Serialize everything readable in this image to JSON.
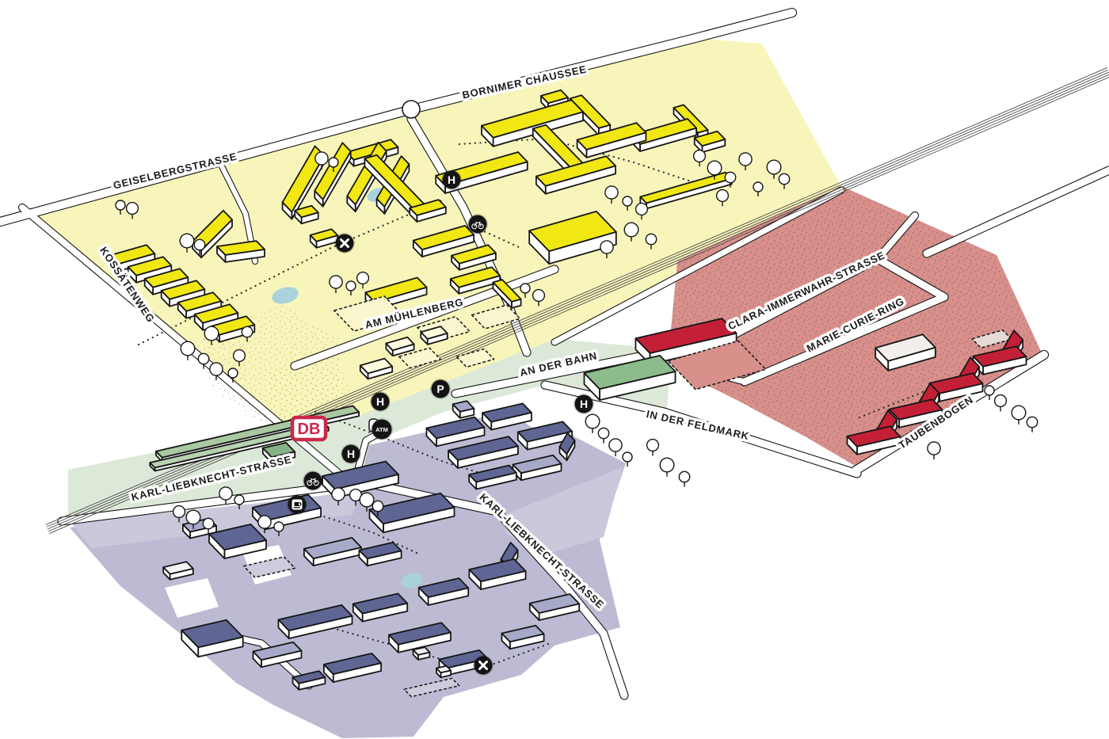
{
  "map_type": "campus-site-plan",
  "streets": [
    {
      "id": "geiselbergstrasse",
      "label": "GEISELBERGSTRASSE"
    },
    {
      "id": "bornimer_chaussee",
      "label": "BORNIMER CHAUSSEE"
    },
    {
      "id": "kossaetenweg",
      "label": "KOSSÄTENWEG"
    },
    {
      "id": "am_muehlenberg",
      "label": "AM MÜHLENBERG"
    },
    {
      "id": "an_der_bahn",
      "label": "AN DER BAHN"
    },
    {
      "id": "clara_immerwahr_strasse",
      "label": "CLARA-IMMERWAHR-STRASSE"
    },
    {
      "id": "marie_curie_ring",
      "label": "MARIE-CURIE-RING"
    },
    {
      "id": "in_der_feldmark",
      "label": "IN DER FELDMARK"
    },
    {
      "id": "taubenbogen",
      "label": "TAUBENBOGEN"
    },
    {
      "id": "karl_liebknecht_strasse_west",
      "label": "KARL-LIEBKNECHT-STRASSE"
    },
    {
      "id": "karl_liebknecht_strasse_south",
      "label": "KARL-LIEBKNECHT-STRASSE"
    }
  ],
  "markers": [
    {
      "id": "h_bornimer",
      "name": "bus-stop",
      "glyph": "H"
    },
    {
      "id": "bike_muehlenberg",
      "name": "bike-parking"
    },
    {
      "id": "x_north",
      "name": "crossing-marker",
      "glyph": "✕"
    },
    {
      "id": "p_station",
      "name": "parking",
      "glyph": "P"
    },
    {
      "id": "h_station_north",
      "name": "bus-stop",
      "glyph": "H"
    },
    {
      "id": "atm_station",
      "name": "cash-machine",
      "glyph": "ATM"
    },
    {
      "id": "h_station_south",
      "name": "bus-stop",
      "glyph": "H"
    },
    {
      "id": "h_an_der_bahn",
      "name": "bus-stop",
      "glyph": "H"
    },
    {
      "id": "bike_karl_liebknecht",
      "name": "bike-parking"
    },
    {
      "id": "cafe_karl_liebknecht",
      "name": "cafe"
    },
    {
      "id": "x_south",
      "name": "crossing-marker",
      "glyph": "✕"
    }
  ],
  "station": {
    "logo": "DB"
  },
  "colors": {
    "zone_yellow": "#f8f5bb",
    "building_yellow": "#f0e713",
    "building_pale_yellow": "#fdfbdf",
    "zone_green": "#dde9d8",
    "platform_green": "#a9c8a1",
    "building_green": "#8cbc8b",
    "zone_purple": "#bcbbd3",
    "zone_purple_light": "#cac9dc",
    "building_purple": "#5f6694",
    "building_purple_light": "#a6aac8",
    "zone_pink": "#d7908a",
    "building_red": "#c32038",
    "building_white": "#f2efeb",
    "pond_blue": "#a9d2dd",
    "db_red": "#c9294a",
    "icon_black": "#141414"
  }
}
